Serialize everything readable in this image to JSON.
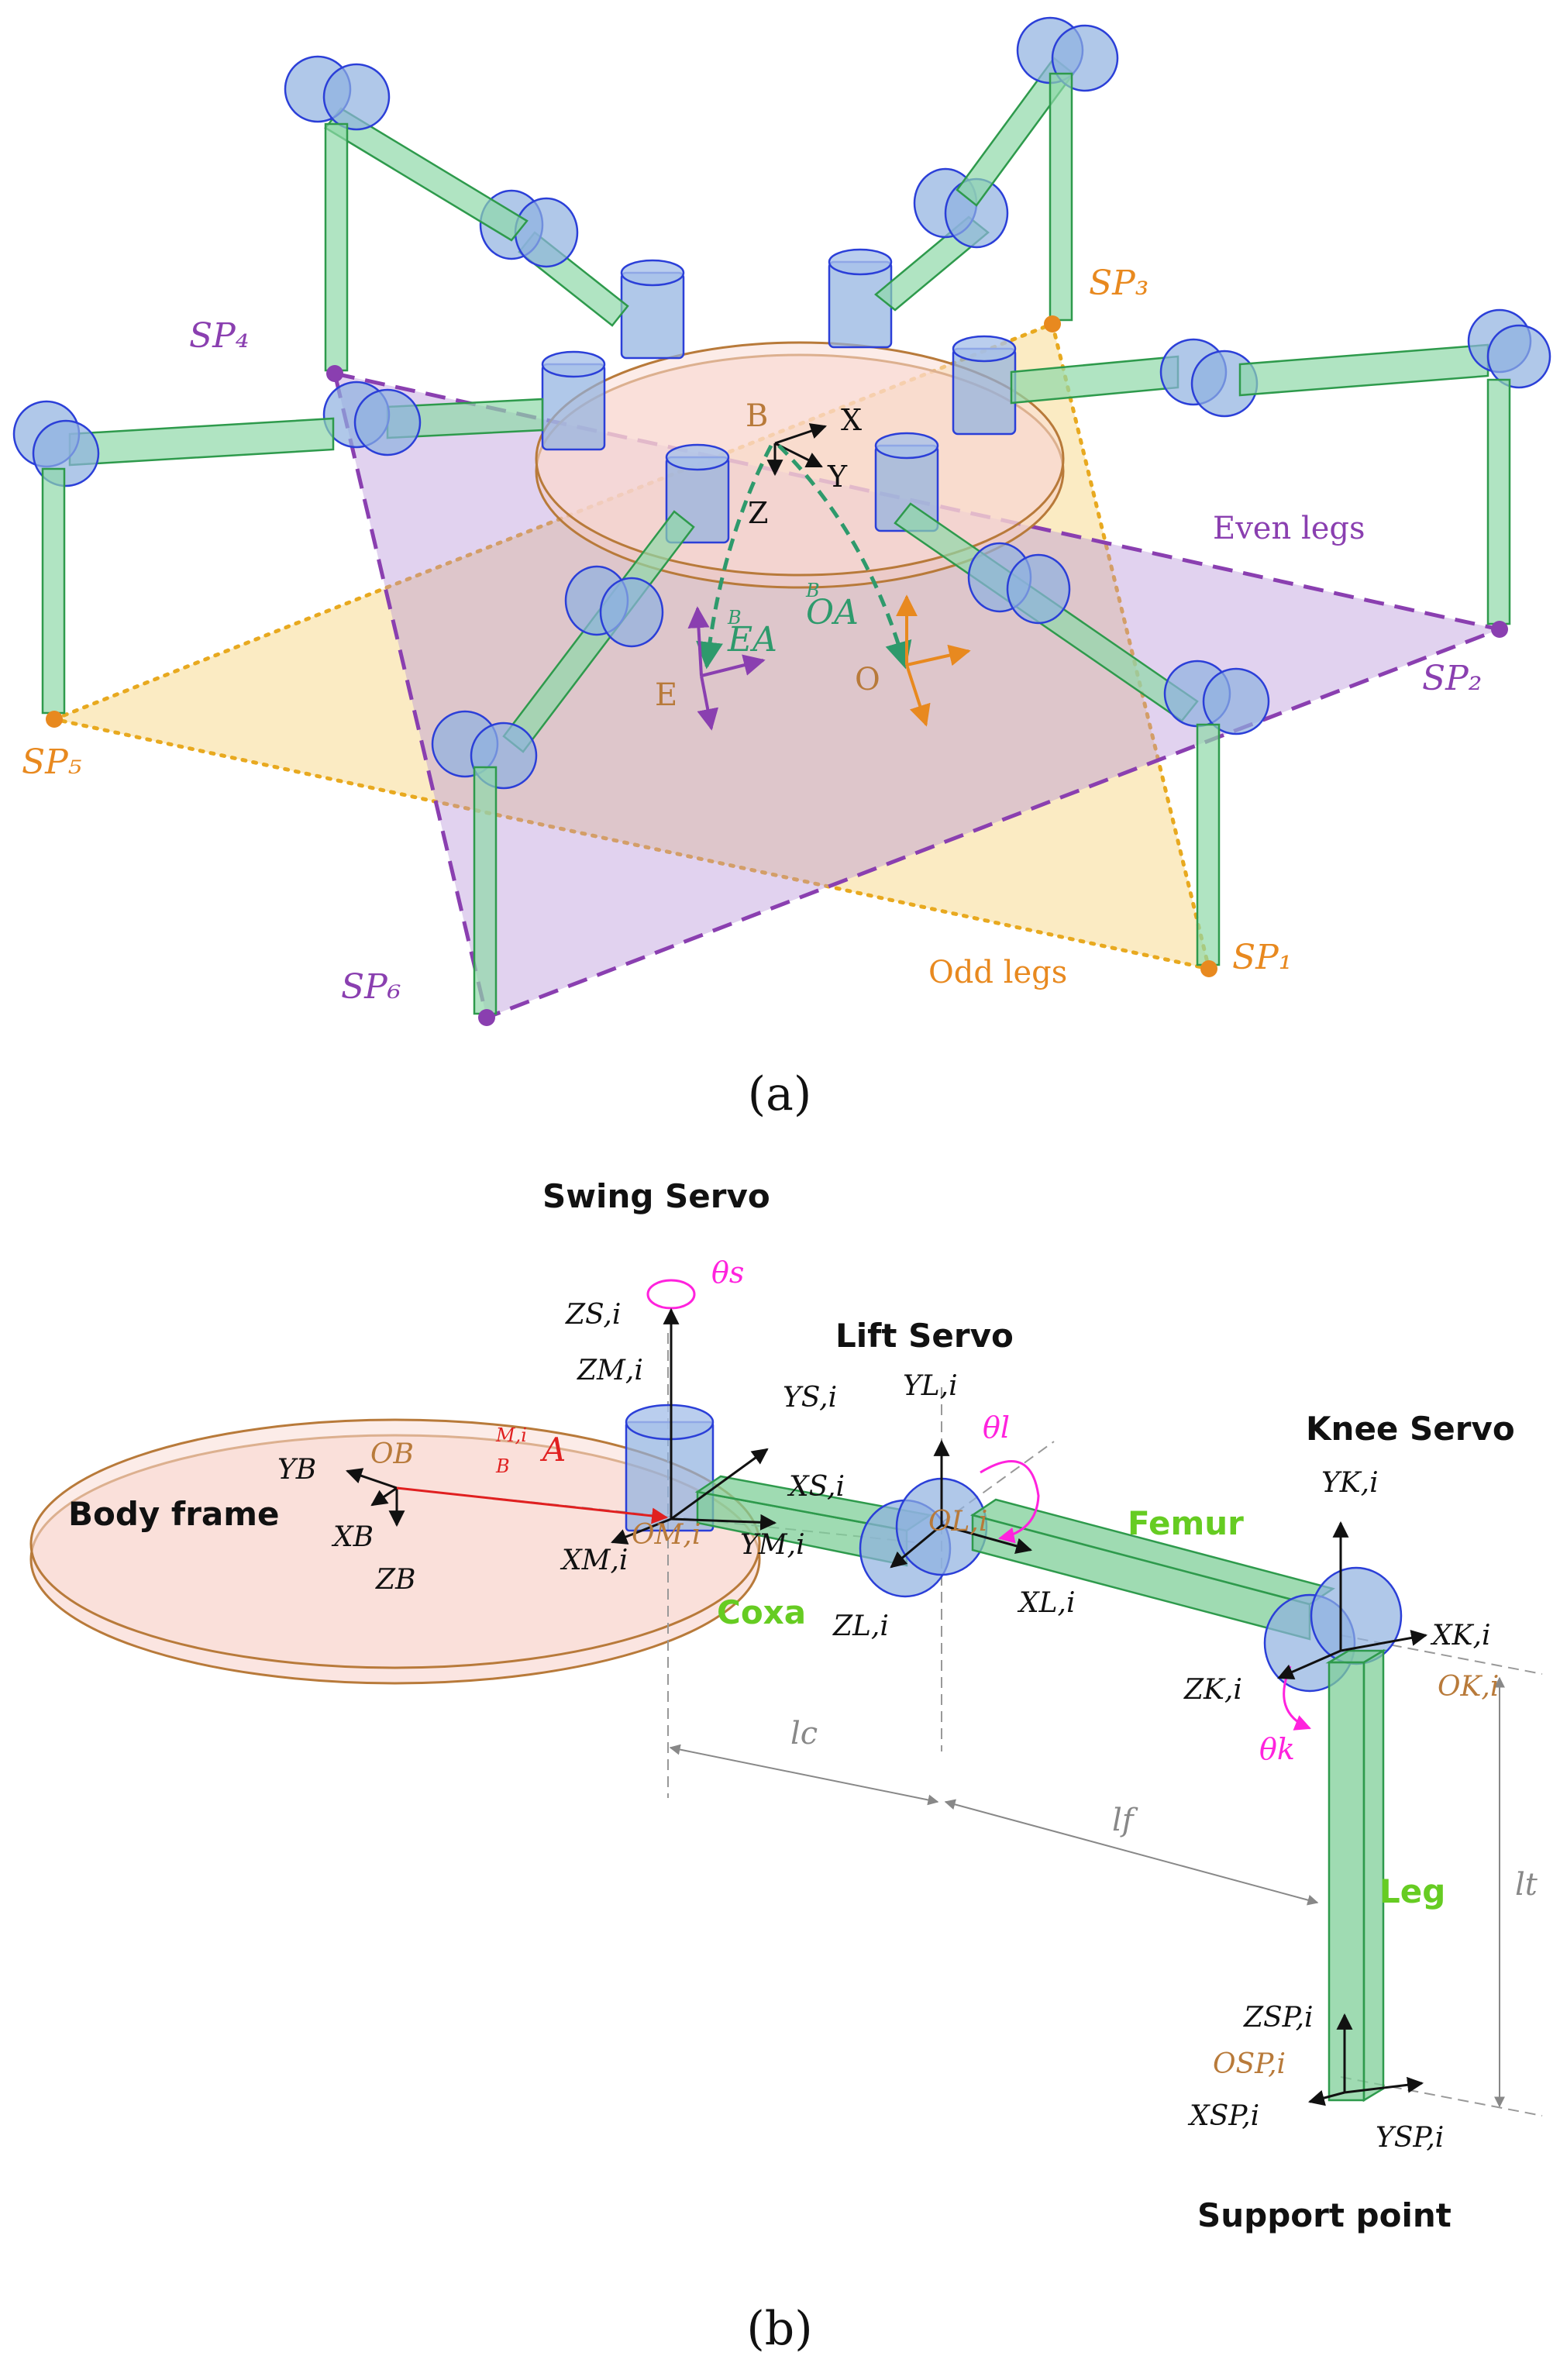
{
  "panel_a": {
    "caption": "(a)",
    "support_points": {
      "sp1": "SP₁",
      "sp2": "SP₂",
      "sp3": "SP₃",
      "sp4": "SP₄",
      "sp5": "SP₅",
      "sp6": "SP₆"
    },
    "even_legs": "Even legs",
    "odd_legs": "Odd legs",
    "frame_b": "B",
    "axis_x": "X",
    "axis_y": "Y",
    "axis_z": "Z",
    "frame_e": "E",
    "frame_o": "O",
    "transform_e": "EA",
    "transform_e_sup": "B",
    "transform_o": "OA",
    "transform_o_sup": "B"
  },
  "panel_b": {
    "caption": "(b)",
    "swing_servo": "Swing Servo",
    "lift_servo": "Lift Servo",
    "knee_servo": "Knee Servo",
    "support_point": "Support point",
    "body_frame": "Body frame",
    "coxa": "Coxa",
    "femur": "Femur",
    "leg": "Leg",
    "theta_s": "θs",
    "theta_l": "θl",
    "theta_k": "θk",
    "l_c": "lc",
    "l_f": "lf",
    "l_t": "lt",
    "z_si": "ZS,i",
    "z_mi": "ZM,i",
    "y_si": "YS,i",
    "x_si": "XS,i",
    "y_li": "YL,i",
    "o_li": "OL,i",
    "o_mi": "OM,i",
    "y_mi": "YM,i",
    "x_mi": "XM,i",
    "z_li": "ZL,i",
    "x_li": "XL,i",
    "y_ki": "YK,i",
    "x_ki": "XK,i",
    "z_ki": "ZK,i",
    "o_ki": "OK,i",
    "z_spi": "ZSP,i",
    "o_spi": "OSP,i",
    "x_spi": "XSP,i",
    "y_spi": "YSP,i",
    "y_b": "YB",
    "o_b": "OB",
    "x_b": "XB",
    "z_b": "ZB",
    "transform_a": "A",
    "transform_sup": "M,i",
    "transform_sub": "B"
  },
  "colors": {
    "purple": "#8a3fb0",
    "orange": "#e8891f",
    "green_label": "#66cc22",
    "magenta": "#ff22dd",
    "brown": "#b87a3a",
    "teal": "#2e9a6c",
    "red": "#e02020"
  }
}
